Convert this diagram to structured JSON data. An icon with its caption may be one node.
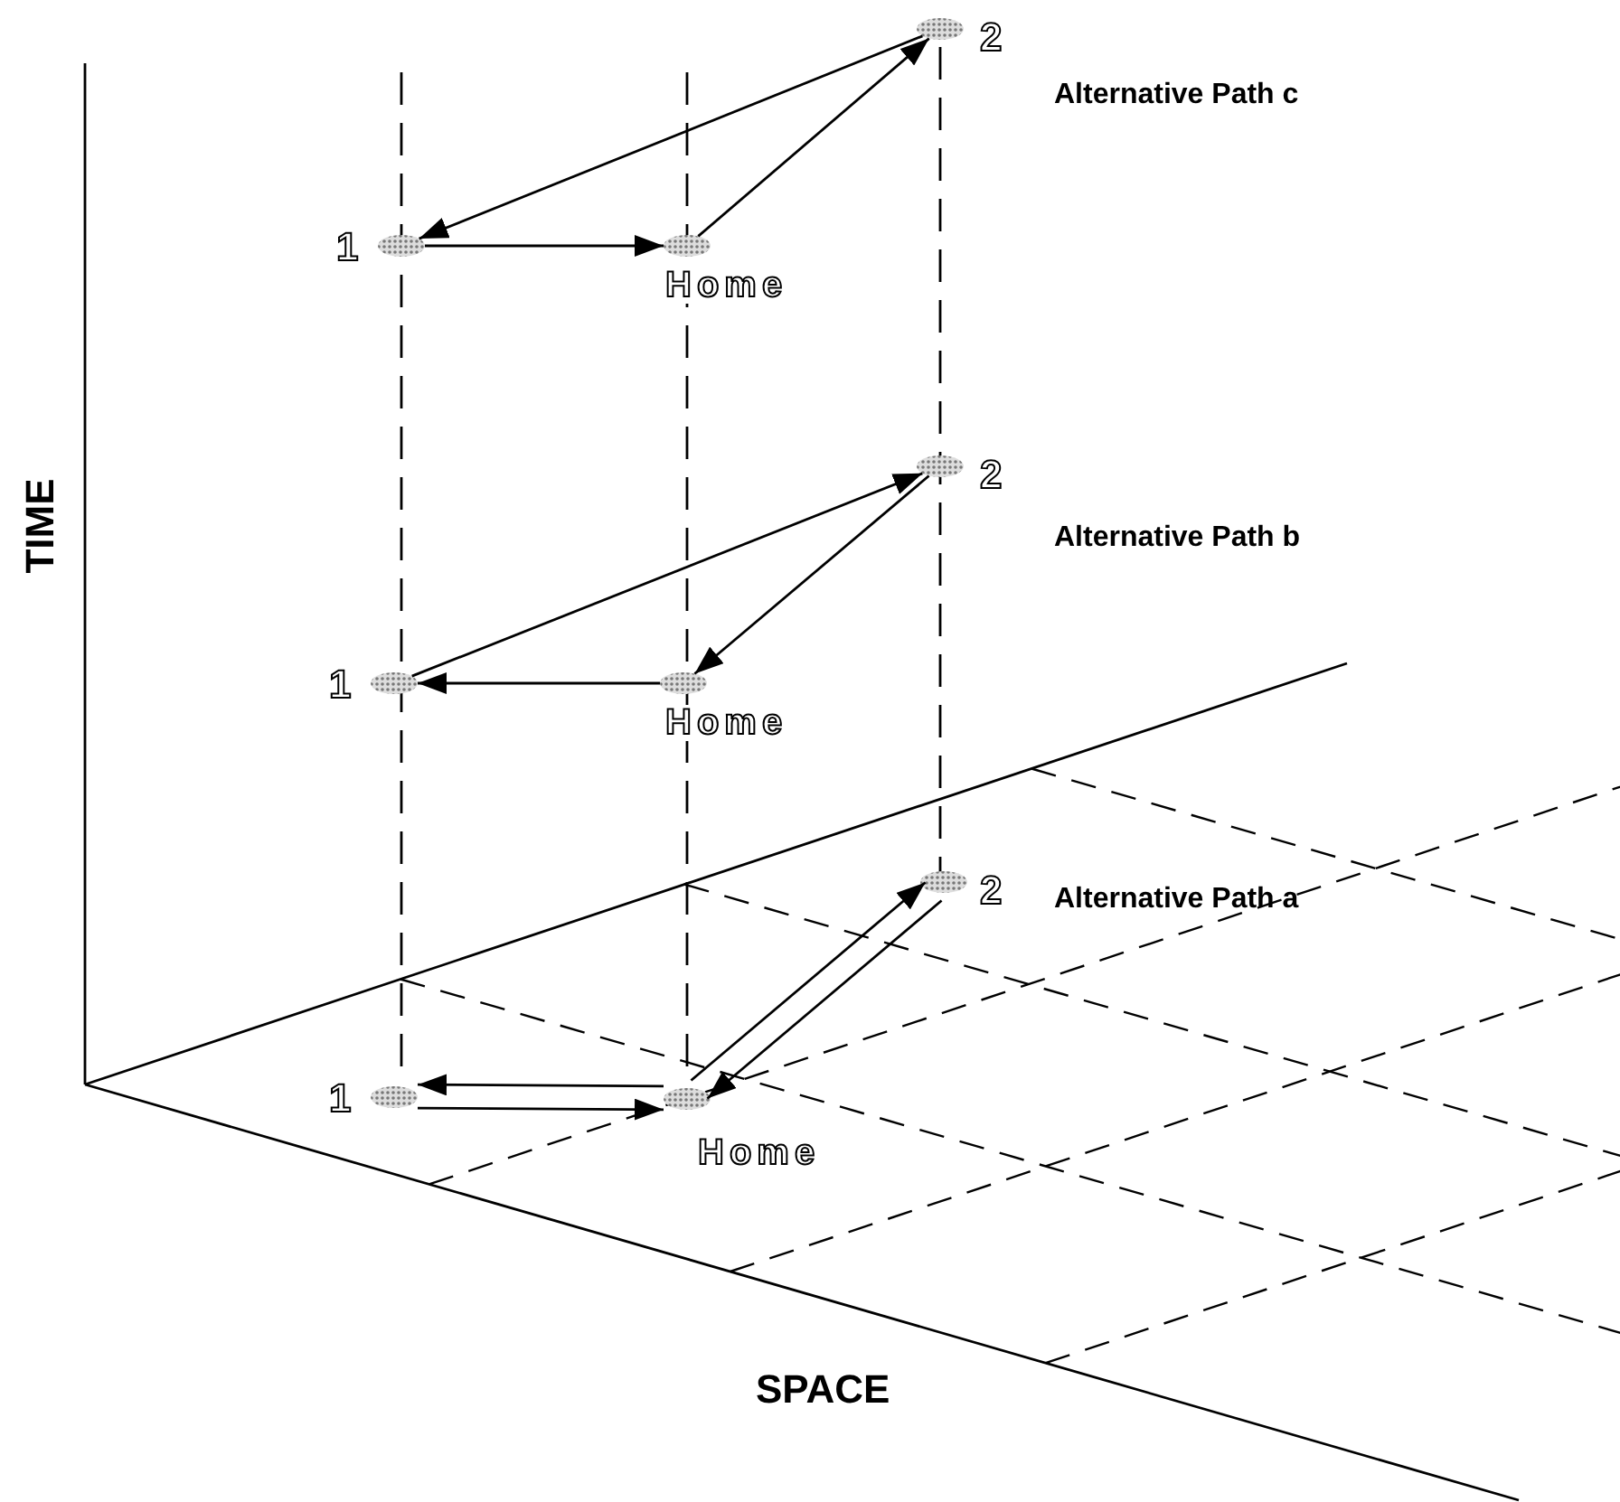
{
  "diagram": {
    "nodes": [
      {
        "text": [],
        "shape": "circle",
        "beside": [
          "2"
        ]
      },
      {
        "text": [],
        "shape": "circle",
        "beside": [
          "1"
        ]
      },
      {
        "text": [],
        "shape": "circle",
        "beside": [
          "Home"
        ]
      },
      {
        "text": [],
        "shape": "circle",
        "beside": [
          "2"
        ]
      },
      {
        "text": [],
        "shape": "circle",
        "beside": [
          "1"
        ]
      },
      {
        "text": [],
        "shape": "circle",
        "beside": [
          "Home"
        ]
      },
      {
        "text": [],
        "shape": "circle",
        "beside": [
          "2"
        ]
      },
      {
        "text": [],
        "shape": "circle",
        "beside": [
          "1"
        ]
      },
      {
        "text": [],
        "shape": "circle",
        "beside": [
          "Home"
        ]
      }
    ],
    "edges": [
      {
        "from": 1,
        "to": 2,
        "arrow": "to"
      },
      {
        "from": 2,
        "to": 0,
        "arrow": "to"
      },
      {
        "from": 0,
        "to": 1,
        "arrow": "to"
      },
      {
        "from": 4,
        "to": 3,
        "arrow": "to"
      },
      {
        "from": 3,
        "to": 5,
        "arrow": "to"
      },
      {
        "from": 5,
        "to": 4,
        "arrow": "to"
      },
      {
        "from": 7,
        "to": 8,
        "arrow": "to"
      },
      {
        "from": 8,
        "to": 7,
        "arrow": "to"
      },
      {
        "from": 8,
        "to": 6,
        "arrow": "to"
      },
      {
        "from": 6,
        "to": 8,
        "arrow": "to"
      }
    ],
    "labels": [
      "Alternative Path c",
      "TIME",
      "Alternative Path b",
      "Alternative Path a",
      "SPACE"
    ]
  }
}
